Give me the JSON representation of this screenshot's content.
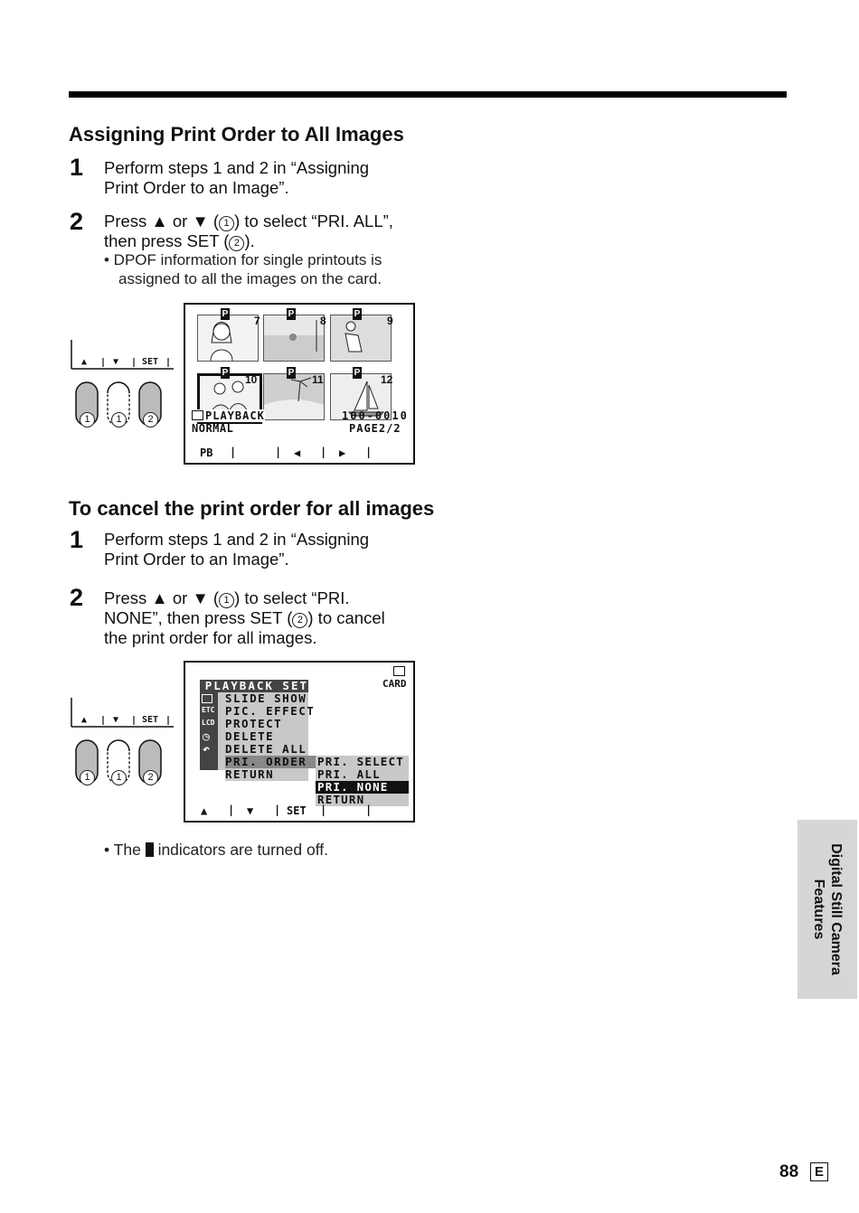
{
  "section1": {
    "title": "Assigning Print Order to All Images",
    "steps": [
      {
        "num": "1",
        "lines": [
          "Perform steps 1 and 2 in “Assigning",
          "Print Order to an Image”."
        ]
      },
      {
        "num": "2",
        "line1_a": "Press ▲ or ▼ (",
        "line1_c": "1",
        "line1_b": ") to select “PRI. ALL”,",
        "line2_a": "then press SET (",
        "line2_c": "2",
        "line2_b": ").",
        "bullet": [
          "• DPOF information for single printouts is",
          "assigned to all the images on the card."
        ]
      }
    ],
    "screen": {
      "thumb_numbers": [
        "7",
        "8",
        "9",
        "10",
        "11",
        "12"
      ],
      "p_mark": "P",
      "mode": "PLAYBACK",
      "normal": "NORMAL",
      "file": "100-0010",
      "page": "PAGE2/2",
      "bottom_bar": [
        "PB",
        "",
        "◀",
        "▶"
      ]
    }
  },
  "controls": {
    "labels": [
      "▲",
      "▼",
      "SET"
    ],
    "buttons": [
      "1",
      "1",
      "2"
    ]
  },
  "section2": {
    "title": "To cancel the print order for all images",
    "steps": [
      {
        "num": "1",
        "lines": [
          "Perform steps 1 and 2 in “Assigning",
          "Print Order to an Image”."
        ]
      },
      {
        "num": "2",
        "line1_a": "Press ▲ or ▼ (",
        "line1_c": "1",
        "line1_b": ") to select “PRI.",
        "line2_a": "NONE”, then press SET (",
        "line2_c": "2",
        "line2_b": ") to cancel",
        "line3": "the print order for all images."
      }
    ],
    "screen": {
      "card": "CARD",
      "header": "PLAYBACK SET",
      "side_icons": [
        "ETC",
        "LCD"
      ],
      "menu": [
        "SLIDE SHOW",
        "PIC. EFFECT",
        "PROTECT",
        "DELETE",
        "DELETE ALL",
        "PRI. ORDER",
        "RETURN"
      ],
      "submenu": [
        "PRI. SELECT",
        "PRI. ALL",
        "PRI. NONE",
        "RETURN"
      ],
      "bottom_bar": [
        "▲",
        "▼",
        "SET",
        ""
      ]
    },
    "note_a": "• The ",
    "note_b": " indicators are turned off."
  },
  "side_tab": {
    "line1": "Digital Still Camera",
    "line2": "Features"
  },
  "footer": {
    "page": "88",
    "lang": "E"
  }
}
